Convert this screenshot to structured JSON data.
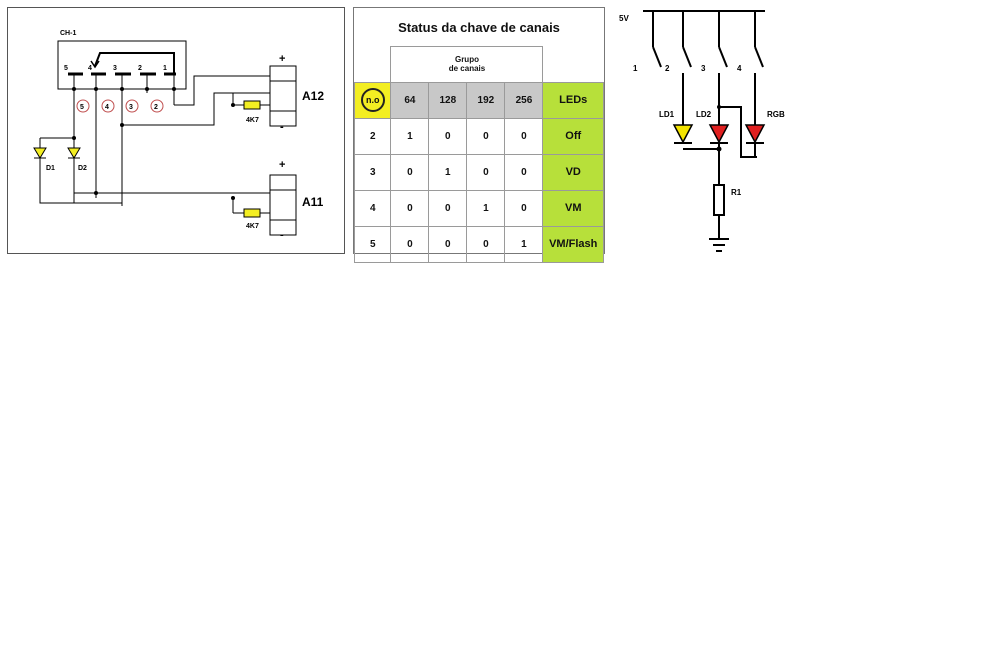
{
  "left_schematic": {
    "switch_label": "CH-1",
    "switch_pins": [
      "5",
      "4",
      "3",
      "2",
      "1"
    ],
    "circled_positions": [
      "5",
      "4",
      "3",
      "2"
    ],
    "diodes": [
      "D1",
      "D2"
    ],
    "connector_top": "A12",
    "connector_bottom": "A11",
    "resistor_top": "4K7",
    "resistor_bottom": "4K7",
    "plus": "+",
    "minus": "-"
  },
  "table": {
    "title": "Status da chave de canais",
    "group_header": "Grupo\nde canais",
    "corner_label": "n.o",
    "columns": [
      "64",
      "128",
      "192",
      "256"
    ],
    "leds_header": "LEDs",
    "rows": [
      {
        "no": "2",
        "values": [
          "1",
          "0",
          "0",
          "0"
        ],
        "led": "Off"
      },
      {
        "no": "3",
        "values": [
          "0",
          "1",
          "0",
          "0"
        ],
        "led": "VD"
      },
      {
        "no": "4",
        "values": [
          "0",
          "0",
          "1",
          "0"
        ],
        "led": "VM"
      },
      {
        "no": "5",
        "values": [
          "0",
          "0",
          "0",
          "1"
        ],
        "led": "VM/Flash"
      }
    ]
  },
  "right_schematic": {
    "supply": "5V",
    "switches": [
      "1",
      "2",
      "3",
      "4"
    ],
    "leds": [
      "LD1",
      "LD2",
      "RGB"
    ],
    "resistor": "R1",
    "colors": {
      "ld1": "#f4e400",
      "ld2": "#e02020",
      "rgb": "#e02020"
    }
  }
}
